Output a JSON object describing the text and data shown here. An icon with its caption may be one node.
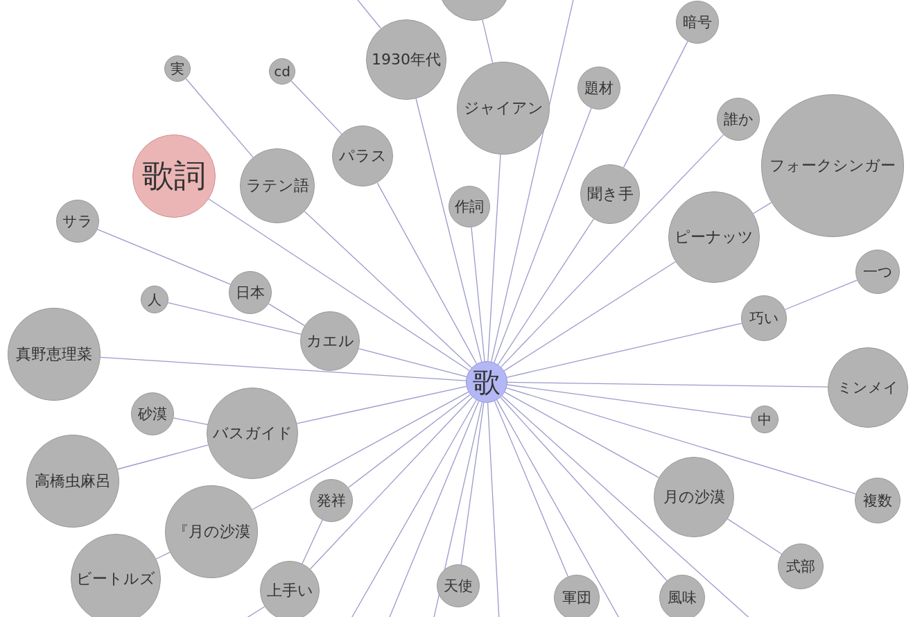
{
  "diagram": {
    "nodes": [
      {
        "text": [
          "歌"
        ]
      },
      {
        "text": [
          "歌詞"
        ]
      },
      {
        "text": [
          "実"
        ]
      },
      {
        "text": [
          "cd"
        ]
      },
      {
        "text": [
          "1930年代"
        ]
      },
      {
        "text": [],
        "shape": "circle"
      },
      {
        "text": [
          "ジャイアン"
        ]
      },
      {
        "text": [
          "暗号"
        ]
      },
      {
        "text": [
          "題材"
        ]
      },
      {
        "text": [
          "パラス"
        ]
      },
      {
        "text": [
          "ラテン語"
        ]
      },
      {
        "text": [
          "作詞"
        ]
      },
      {
        "text": [
          "聞き手"
        ]
      },
      {
        "text": [
          "誰か"
        ]
      },
      {
        "text": [
          "フォークシンガー"
        ]
      },
      {
        "text": [
          "ピーナッツ"
        ]
      },
      {
        "text": [
          "サラ"
        ]
      },
      {
        "text": [
          "日本"
        ]
      },
      {
        "text": [
          "人"
        ]
      },
      {
        "text": [
          "カエル"
        ]
      },
      {
        "text": [
          "真野恵理菜"
        ]
      },
      {
        "text": [
          "一つ"
        ]
      },
      {
        "text": [
          "巧い"
        ]
      },
      {
        "text": [
          "ミンメイ"
        ]
      },
      {
        "text": [
          "中"
        ]
      },
      {
        "text": [
          "砂漠"
        ]
      },
      {
        "text": [
          "バスガイド"
        ]
      },
      {
        "text": [
          "高橋虫麻呂"
        ]
      },
      {
        "text": [
          "複数"
        ]
      },
      {
        "text": [
          "月の沙漠"
        ]
      },
      {
        "text": [
          "『月の沙漠"
        ]
      },
      {
        "text": [
          "発祥"
        ]
      },
      {
        "text": [
          "式部"
        ]
      },
      {
        "text": [
          "ビートルズ"
        ]
      },
      {
        "text": [
          "上手い"
        ]
      },
      {
        "text": [
          "天使"
        ]
      },
      {
        "text": [
          "軍団"
        ]
      },
      {
        "text": [
          "風味"
        ]
      }
    ],
    "edges": [
      {
        "from": 1,
        "to": 0,
        "arrow": "none"
      },
      {
        "from": 2,
        "to": 10,
        "arrow": "none"
      },
      {
        "from": 10,
        "to": 0,
        "arrow": "none"
      },
      {
        "from": 3,
        "to": 9,
        "arrow": "none"
      },
      {
        "from": 9,
        "to": 0,
        "arrow": "none"
      },
      {
        "from": null,
        "to": 4,
        "arrow": "none"
      },
      {
        "from": 4,
        "to": 0,
        "arrow": "none"
      },
      {
        "from": 5,
        "to": 6,
        "arrow": "none"
      },
      {
        "from": 6,
        "to": 0,
        "arrow": "none"
      },
      {
        "from": null,
        "to": 0,
        "arrow": "none"
      },
      {
        "from": 8,
        "to": 0,
        "arrow": "none"
      },
      {
        "from": 7,
        "to": 12,
        "arrow": "none"
      },
      {
        "from": 12,
        "to": 0,
        "arrow": "none"
      },
      {
        "from": 13,
        "to": 0,
        "arrow": "none"
      },
      {
        "from": 14,
        "to": 15,
        "arrow": "none"
      },
      {
        "from": 15,
        "to": 0,
        "arrow": "none"
      },
      {
        "from": 11,
        "to": 0,
        "arrow": "none"
      },
      {
        "from": 16,
        "to": 17,
        "arrow": "none"
      },
      {
        "from": 17,
        "to": 19,
        "arrow": "none"
      },
      {
        "from": 18,
        "to": 19,
        "arrow": "none"
      },
      {
        "from": 19,
        "to": 0,
        "arrow": "none"
      },
      {
        "from": 20,
        "to": 0,
        "arrow": "none"
      },
      {
        "from": 21,
        "to": 22,
        "arrow": "none"
      },
      {
        "from": 22,
        "to": 0,
        "arrow": "none"
      },
      {
        "from": 23,
        "to": 0,
        "arrow": "none"
      },
      {
        "from": 24,
        "to": 0,
        "arrow": "none"
      },
      {
        "from": 28,
        "to": 0,
        "arrow": "none"
      },
      {
        "from": 29,
        "to": 0,
        "arrow": "none"
      },
      {
        "from": 29,
        "to": 32,
        "arrow": "none"
      },
      {
        "from": 25,
        "to": 26,
        "arrow": "none"
      },
      {
        "from": 26,
        "to": 0,
        "arrow": "none"
      },
      {
        "from": 27,
        "to": 26,
        "arrow": "none"
      },
      {
        "from": 30,
        "to": 0,
        "arrow": "none"
      },
      {
        "from": 33,
        "to": 30,
        "arrow": "none"
      },
      {
        "from": 31,
        "to": 0,
        "arrow": "none"
      },
      {
        "from": 34,
        "to": 31,
        "arrow": "none"
      },
      {
        "from": 34,
        "to": 0,
        "arrow": "none"
      },
      {
        "from": null,
        "to": 34,
        "arrow": "none"
      },
      {
        "from": 35,
        "to": 0,
        "arrow": "none"
      },
      {
        "from": 36,
        "to": 0,
        "arrow": "none"
      },
      {
        "from": 37,
        "to": 0,
        "arrow": "none"
      },
      {
        "from": null,
        "to": 0,
        "arrow": "none"
      },
      {
        "from": null,
        "to": 0,
        "arrow": "none"
      },
      {
        "from": null,
        "to": 0,
        "arrow": "none"
      },
      {
        "from": null,
        "to": 0,
        "arrow": "none"
      },
      {
        "from": null,
        "to": 0,
        "arrow": "none"
      },
      {
        "from": null,
        "to": 0,
        "arrow": "none"
      }
    ]
  }
}
